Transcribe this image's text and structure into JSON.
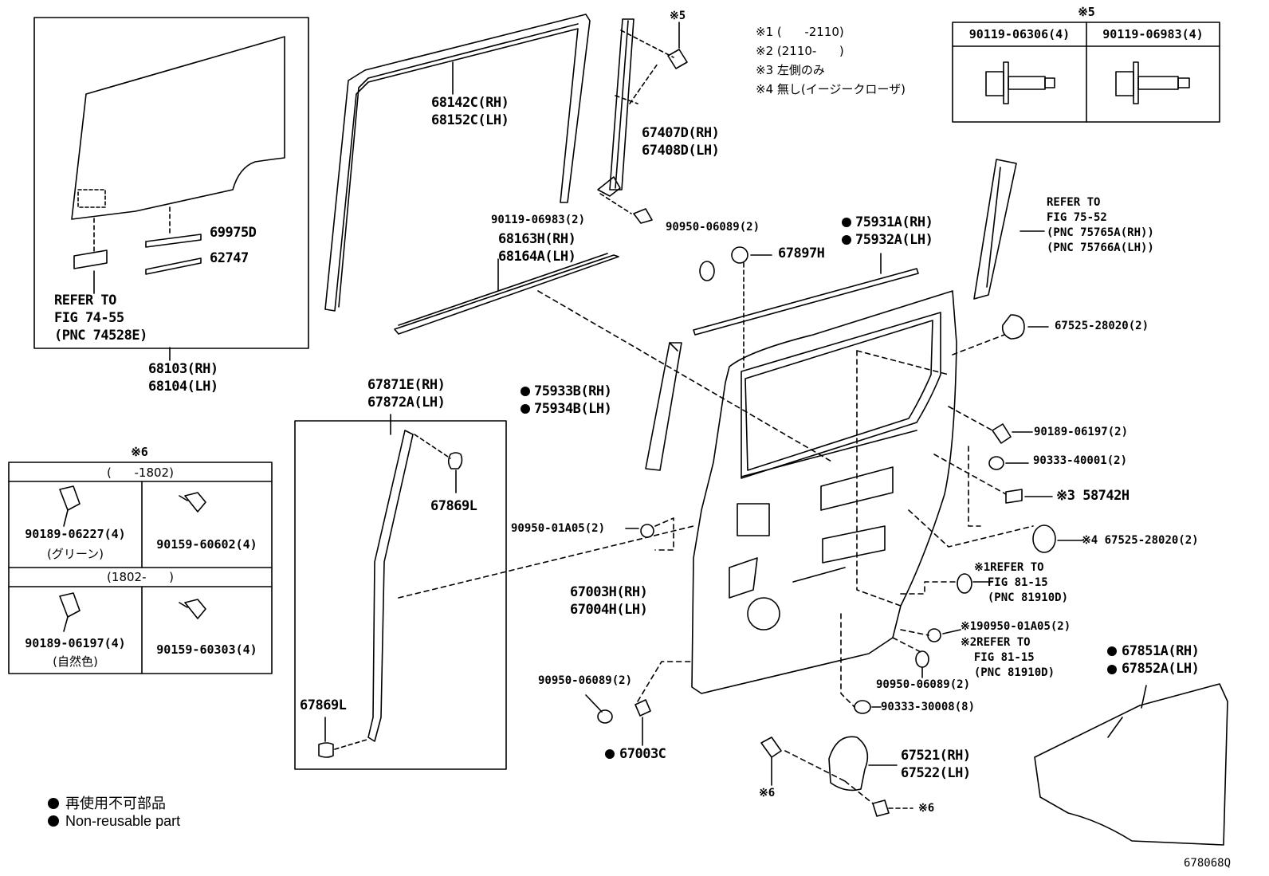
{
  "legend": {
    "non_reusable_jp": "再使用不可部品",
    "non_reusable_en": "Non-reusable part"
  },
  "notes": {
    "n1": "※1 (      -2110)",
    "n2": "※2 (2110-      )",
    "n3": "※3 左側のみ",
    "n4": "※4 無し(イージークローザ)"
  },
  "bolt_table": {
    "title": "※5",
    "col1": "90119-06306(4)",
    "col2": "90119-06983(4)"
  },
  "clip_table": {
    "title": "※6",
    "row1_period": "(      -1802)",
    "row2_period": "(1802-      )",
    "c11_part": "90189-06227(4)",
    "c11_sub": "(グリーン)",
    "c12_part": "90159-60602(4)",
    "c21_part": "90189-06197(4)",
    "c21_sub": "(自然色)",
    "c22_part": "90159-60303(4)"
  },
  "labels": {
    "glass_refer": "REFER TO\nFIG 74-55\n(PNC 74528E)",
    "p69975D": "69975D",
    "p62747": "62747",
    "p68103": "68103(RH)\n68104(LH)",
    "p68142C": "68142C(RH)\n68152C(LH)",
    "star5_top": "※5",
    "p67407D": "67407D(RH)\n67408D(LH)",
    "p90119_06983": "90119-06983(2)",
    "p68163H": "68163H(RH)\n68164A(LH)",
    "p90950_06089_top": "90950-06089(2)",
    "p67897H": "67897H",
    "p75931A": "75931A(RH)\n75932A(LH)",
    "refer_75_52": "REFER TO\nFIG 75-52\n(PNC 75765A(RH))\n(PNC 75766A(LH))",
    "p67525_top": "67525-28020(2)",
    "p67871E": "67871E(RH)\n67872A(LH)",
    "p75933B": "75933B(RH)\n75934B(LH)",
    "p90189_06197": "90189-06197(2)",
    "p90333_40001": "90333-40001(2)",
    "p58742H": "※3 58742H",
    "p67869L_a": "67869L",
    "p90950_01A05_left": "90950-01A05(2)",
    "p67525_mid": "※4 67525-28020(2)",
    "refer_81_15_a": "※1REFER TO\n  FIG 81-15\n  (PNC 81910D)",
    "p67003H": "67003H(RH)\n67004H(LH)",
    "p90950_01A05_right": "※190950-01A05(2)",
    "refer_81_15_b": "※2REFER TO\n  FIG 81-15\n  (PNC 81910D)",
    "p67851A": "67851A(RH)\n67852A(LH)",
    "p90950_06089_left": "90950-06089(2)",
    "p90950_06089_right": "90950-06089(2)",
    "p90333_30008": "90333-30008(8)",
    "p67869L_b": "67869L",
    "p67003C": "67003C",
    "p67521": "67521(RH)\n67522(LH)",
    "star6_a": "※6",
    "star6_b": "※6",
    "fig_code": "678068Q"
  }
}
